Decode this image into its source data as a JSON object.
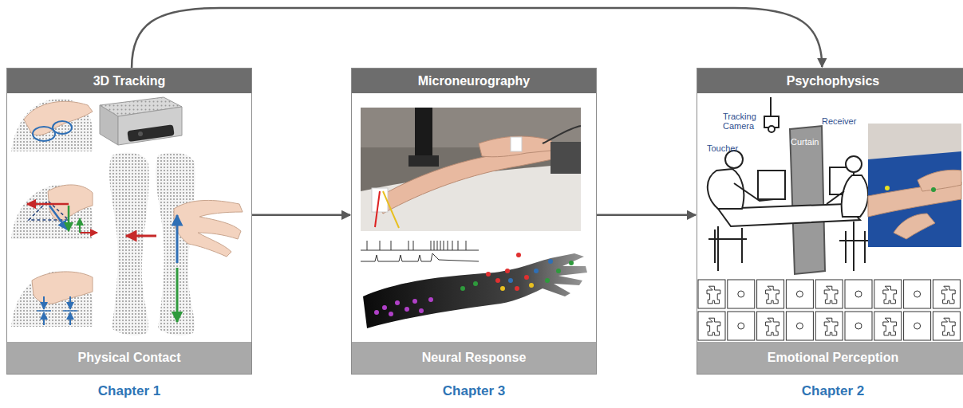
{
  "diagram": {
    "nodes": [
      {
        "text": [
          "3D Tracking",
          "Physical Contact",
          "Chapter 1"
        ]
      },
      {
        "text": [
          "Microneurography",
          "Neural Response",
          "Chapter 3"
        ]
      },
      {
        "text": [
          "Psychophysics",
          "Emotional Perception",
          "Chapter 2"
        ]
      }
    ],
    "edges": [
      {
        "from": 0,
        "to": 1,
        "arrow": "to"
      },
      {
        "from": 1,
        "to": 2,
        "arrow": "to"
      },
      {
        "from": 0,
        "to": 2,
        "arrow": "to"
      }
    ],
    "labels": [
      "Tracking Camera",
      "Receiver",
      "Toucher",
      "Curtain"
    ]
  }
}
